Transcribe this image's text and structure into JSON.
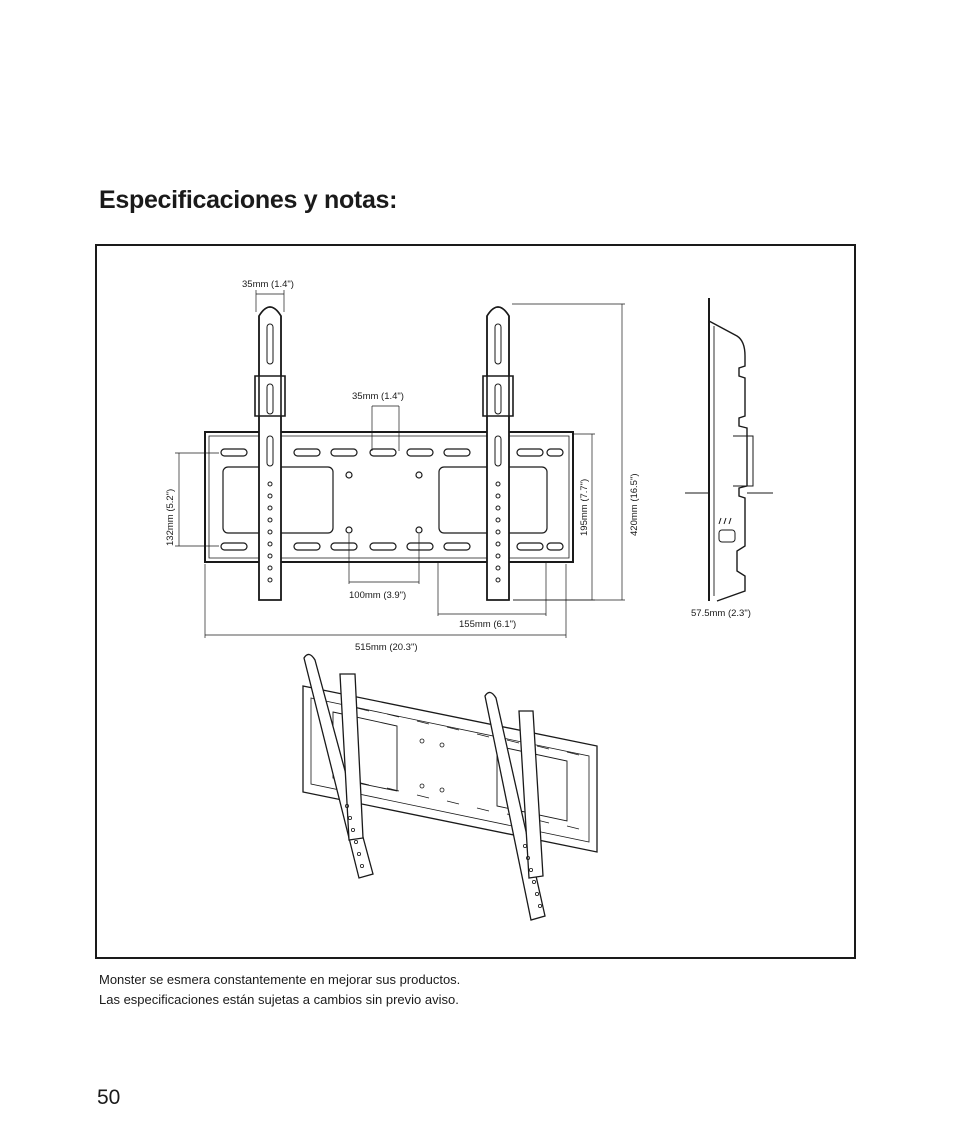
{
  "page": {
    "title": "Especificaciones y notas:",
    "page_number": "50"
  },
  "dimensions": {
    "top_bracket_width": "35mm (1.4\")",
    "slot_width": "35mm (1.4\")",
    "left_height": "132mm (5.2\")",
    "hole_spacing_h": "100mm (3.9\")",
    "arm_offset": "155mm (6.1\")",
    "overall_width": "515mm (20.3\")",
    "arm_height": "195mm (7.7\")",
    "overall_height": "420mm (16.5\")",
    "side_depth": "57.5mm (2.3\")"
  },
  "notes": {
    "line1": "Monster se esmera constantemente en mejorar sus productos.",
    "line2": "Las especificaciones están sujetas a cambios sin previo aviso."
  }
}
